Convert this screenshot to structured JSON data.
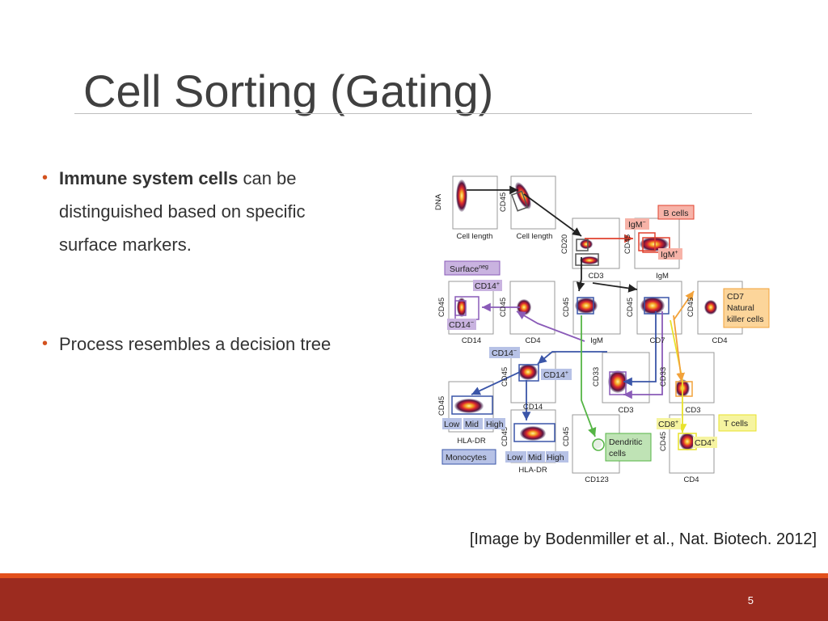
{
  "slide": {
    "title": "Cell Sorting (Gating)",
    "page_number": "5"
  },
  "bullets": [
    {
      "bold": "Immune system cells",
      "rest_line1": " can be",
      "line2": "distinguished based on specific",
      "line3": "surface markers."
    },
    {
      "text": "Process resembles a decision tree"
    }
  ],
  "caption": "[Image by Bodenmiller et al., Nat. Biotech. 2012]",
  "figure": {
    "axis": {
      "dna": "DNA",
      "cell_length": "Cell length",
      "cd45": "CD45",
      "cd20": "CD20",
      "cd3": "CD3",
      "igm": "IgM",
      "cd14": "CD14",
      "cd4": "CD4",
      "cd7": "CD7",
      "cd33": "CD33",
      "hla_dr": "HLA-DR",
      "cd123": "CD123"
    },
    "labels": {
      "b_cells": "B cells",
      "igm_neg": "IgM",
      "igm_pos": "IgM",
      "surface_neg": "Surface",
      "neg_sup": "neg",
      "cd14_pos": "CD14",
      "cd14_neg": "CD14",
      "nk_line1": "CD7",
      "nk_line2": "Natural",
      "nk_line3": "killer cells",
      "low": "Low",
      "mid": "Mid",
      "high": "High",
      "monocytes": "Monocytes",
      "dendritic_1": "Dendritic",
      "dendritic_2": "cells",
      "t_cells": "T cells",
      "cd8_pos": "CD8",
      "cd4_pos": "CD4",
      "plus": "+",
      "minus": "−"
    },
    "colors": {
      "b_cells_fill": "#f7b3a8",
      "b_cells_stroke": "#e0412e",
      "purple": "#8a5bb8",
      "purple_fill": "#c9b3e0",
      "orange": "#f2a23a",
      "orange_fill": "#fcd59a",
      "blue": "#3a55a8",
      "blue_fill": "#b7c2e6",
      "green": "#55b545",
      "green_fill": "#bfe3b5",
      "yellow": "#e8e22a",
      "yellow_fill": "#f6f4a0",
      "red": "#e0412e"
    }
  }
}
